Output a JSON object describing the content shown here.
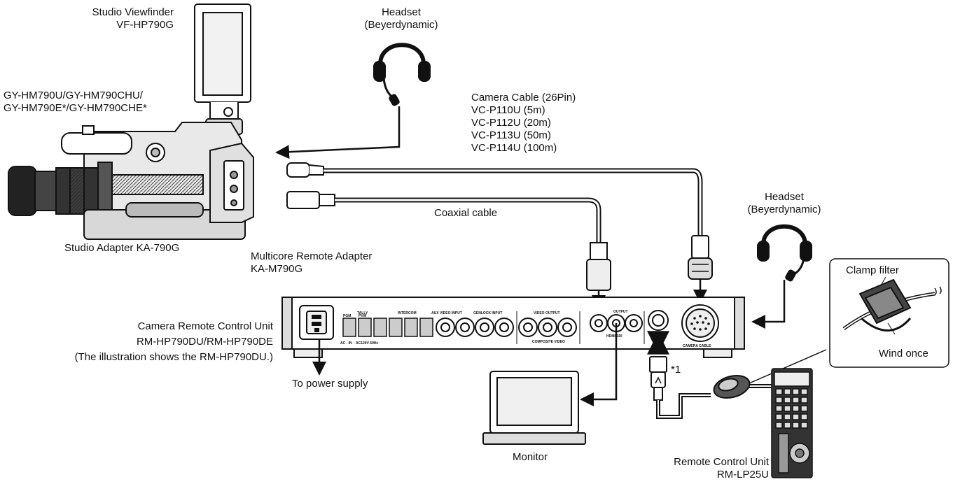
{
  "labels": {
    "viewfinder": [
      "Studio Viewfinder",
      "VF-HP790G"
    ],
    "camera_models": [
      "GY-HM790U/GY-HM790CHU/",
      "GY-HM790E*/GY-HM790CHE*"
    ],
    "headset_top": [
      "Headset",
      "(Beyerdynamic)"
    ],
    "camera_cable": [
      "Camera Cable (26Pin)",
      "VC-P110U (5m)",
      "VC-P112U (20m)",
      "VC-P113U (50m)",
      "VC-P114U (100m)"
    ],
    "headset_right": [
      "Headset",
      "(Beyerdynamic)"
    ],
    "coaxial": "Coaxial cable",
    "studio_adapter": "Studio Adapter KA-790G",
    "multicore": [
      "Multicore Remote Adapter",
      "KA-M790G"
    ],
    "ccu": [
      "Camera Remote Control Unit",
      "RM-HP790DU/RM-HP790DE",
      "(The illustration shows the RM-HP790DU.)"
    ],
    "power": "To power supply",
    "monitor": "Monitor",
    "note": "*1",
    "rcu": [
      "Remote Control Unit",
      "RM-LP25U"
    ],
    "clamp_filter": "Clamp filter",
    "wind_once": "Wind once"
  },
  "panel_labels": {
    "tally": "TALLY",
    "pgm": "PGM",
    "pvw": "PVW",
    "intercom": "INTERCOM",
    "aux_video": "AUX VIDEO INPUT",
    "genlock": "GENLOCK INPUT",
    "video_output": "VIDEO OUTPUT",
    "composite": "COMPOSITE VIDEO",
    "output": "OUTPUT",
    "hdmi_sdi": "HDMI  SDI",
    "camera_cable": "CAMERA CABLE",
    "ac_in": "AC - IN",
    "ac_spec": "AC120V 60Hz"
  }
}
